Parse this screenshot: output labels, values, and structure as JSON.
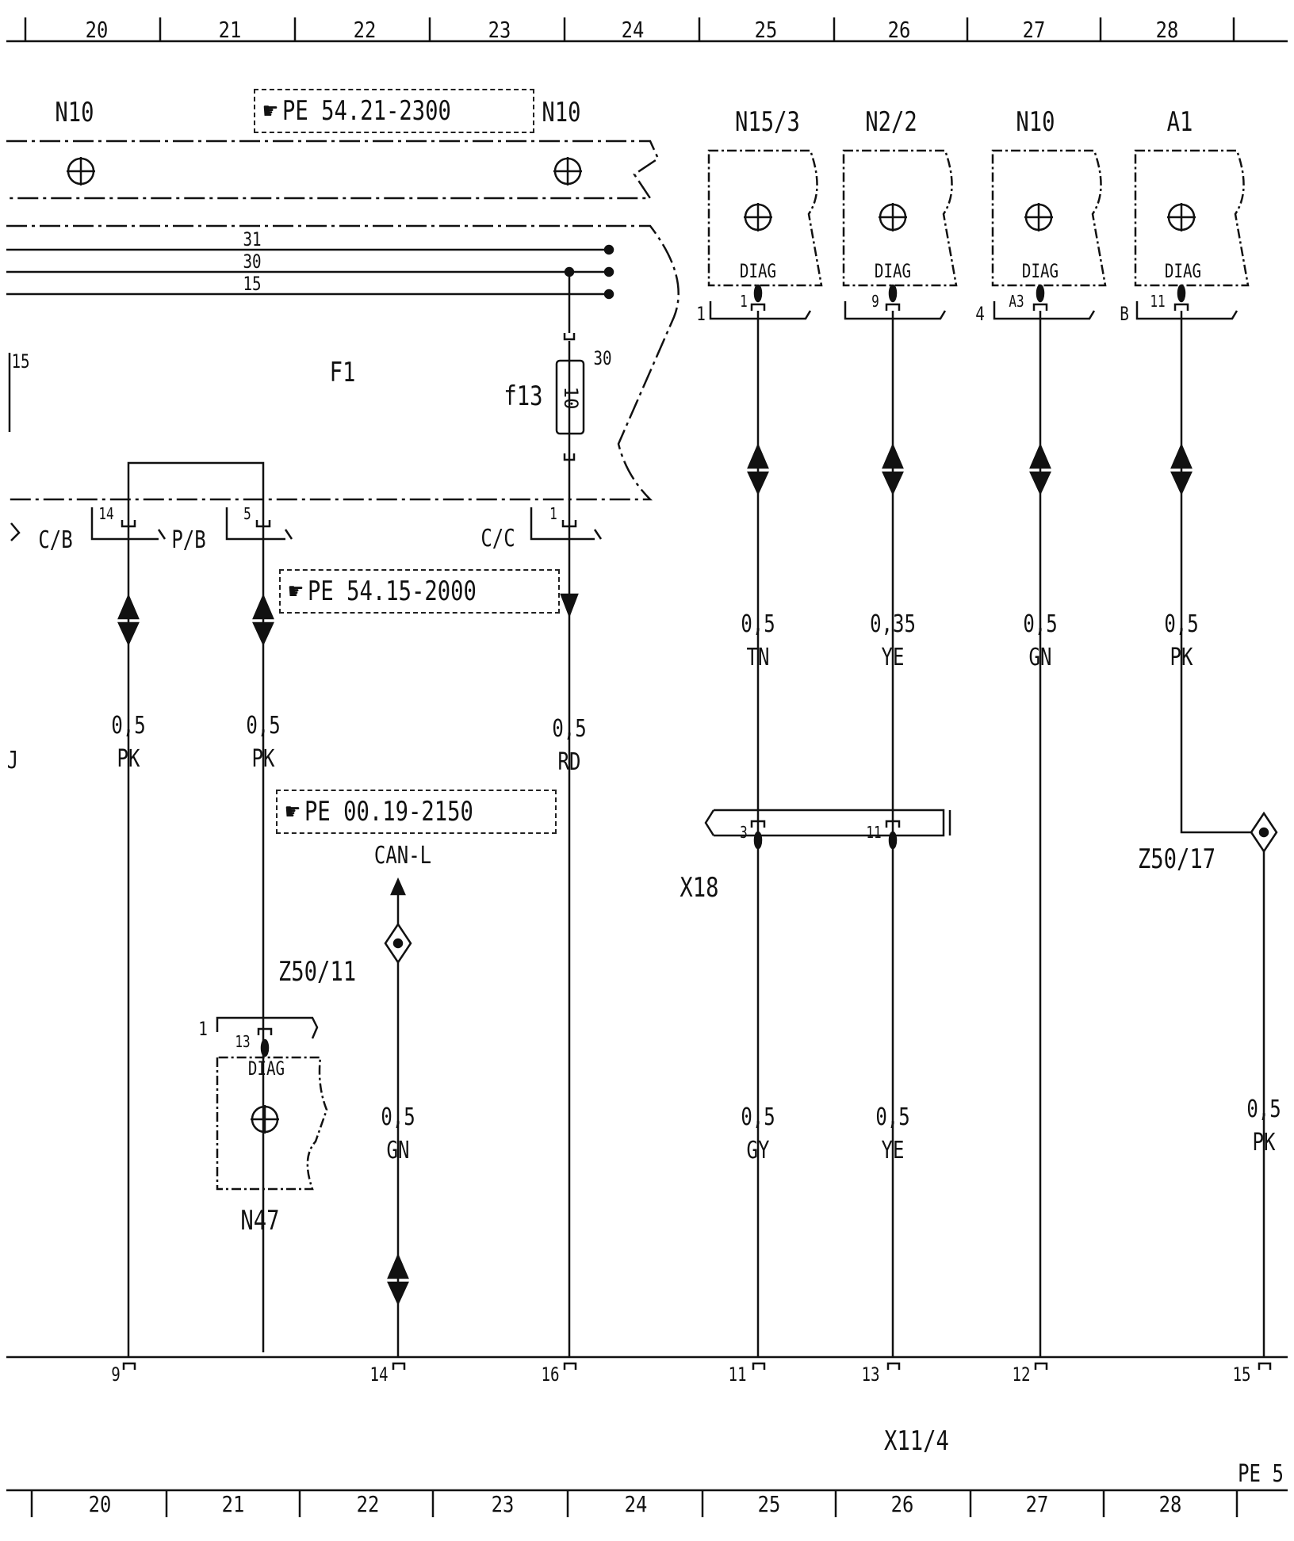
{
  "page_ref": "PE 5",
  "column_numbers": [
    "20",
    "21",
    "22",
    "23",
    "24",
    "25",
    "26",
    "27",
    "28"
  ],
  "components": {
    "n10_left": "N10",
    "n10_right": "N10",
    "n15_3": "N15/3",
    "n2_2": "N2/2",
    "n10_ecu": "N10",
    "a1": "A1",
    "f1": "F1",
    "fuse_f13": "f13",
    "fuse_rating": "10",
    "n47": "N47",
    "x18": "X18",
    "x11_4": "X11/4",
    "z50_11": "Z50/11",
    "z50_17": "Z50/17",
    "can_l": "CAN-L"
  },
  "refs": {
    "ref1": "PE 54.21-2300",
    "ref2": "PE 54.15-2000",
    "ref3": "PE 00.19-2150",
    "hand_icon": "pointing-hand-icon"
  },
  "bus_terminals": [
    "31",
    "30",
    "15"
  ],
  "terminal_15_edge": "15",
  "terminal_30_fuse": "30",
  "diag_label": "DIAG",
  "connector_labels": {
    "cb": "C/B",
    "pb": "P/B",
    "cc": "C/C",
    "pin_14": "14",
    "pin_5": "5",
    "pin_1_cc": "1",
    "n15_3_conn": "1",
    "n15_3_pin": "1",
    "n2_2_pin": "9",
    "n10_conn": "4",
    "n10_pin": "A3",
    "a1_conn": "B",
    "a1_pin": "11",
    "n47_conn": "1",
    "n47_pin": "13",
    "x18_pin_3": "3",
    "x18_pin_11": "11",
    "edge_j": "J"
  },
  "wires": [
    {
      "id": "w1",
      "size": "0,5",
      "color": "PK"
    },
    {
      "id": "w2",
      "size": "0,5",
      "color": "PK"
    },
    {
      "id": "w3",
      "size": "0,5",
      "color": "RD"
    },
    {
      "id": "w4",
      "size": "0,5",
      "color": "TN"
    },
    {
      "id": "w5",
      "size": "0,35",
      "color": "YE"
    },
    {
      "id": "w6",
      "size": "0,5",
      "color": "GN"
    },
    {
      "id": "w7",
      "size": "0,5",
      "color": "PK"
    },
    {
      "id": "w8",
      "size": "0,5",
      "color": "GN"
    },
    {
      "id": "w9",
      "size": "0,5",
      "color": "GY"
    },
    {
      "id": "w10",
      "size": "0,5",
      "color": "YE"
    },
    {
      "id": "w11",
      "size": "0,5",
      "color": "PK"
    }
  ],
  "x11_pins": [
    "9",
    "14",
    "16",
    "11",
    "13",
    "12",
    "15"
  ]
}
